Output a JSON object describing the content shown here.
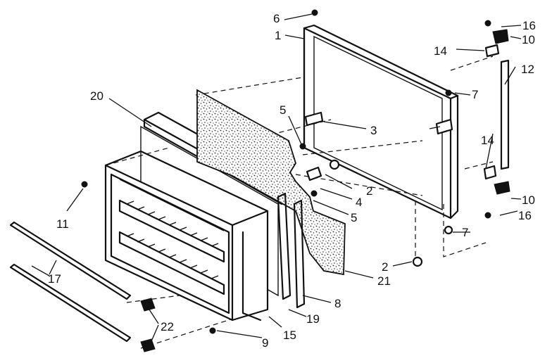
{
  "callouts": [
    "1",
    "2",
    "2",
    "3",
    "4",
    "5",
    "5",
    "6",
    "7",
    "7",
    "8",
    "9",
    "10",
    "10",
    "11",
    "12",
    "14",
    "14",
    "15",
    "16",
    "16",
    "17",
    "19",
    "20",
    "21",
    "22"
  ]
}
